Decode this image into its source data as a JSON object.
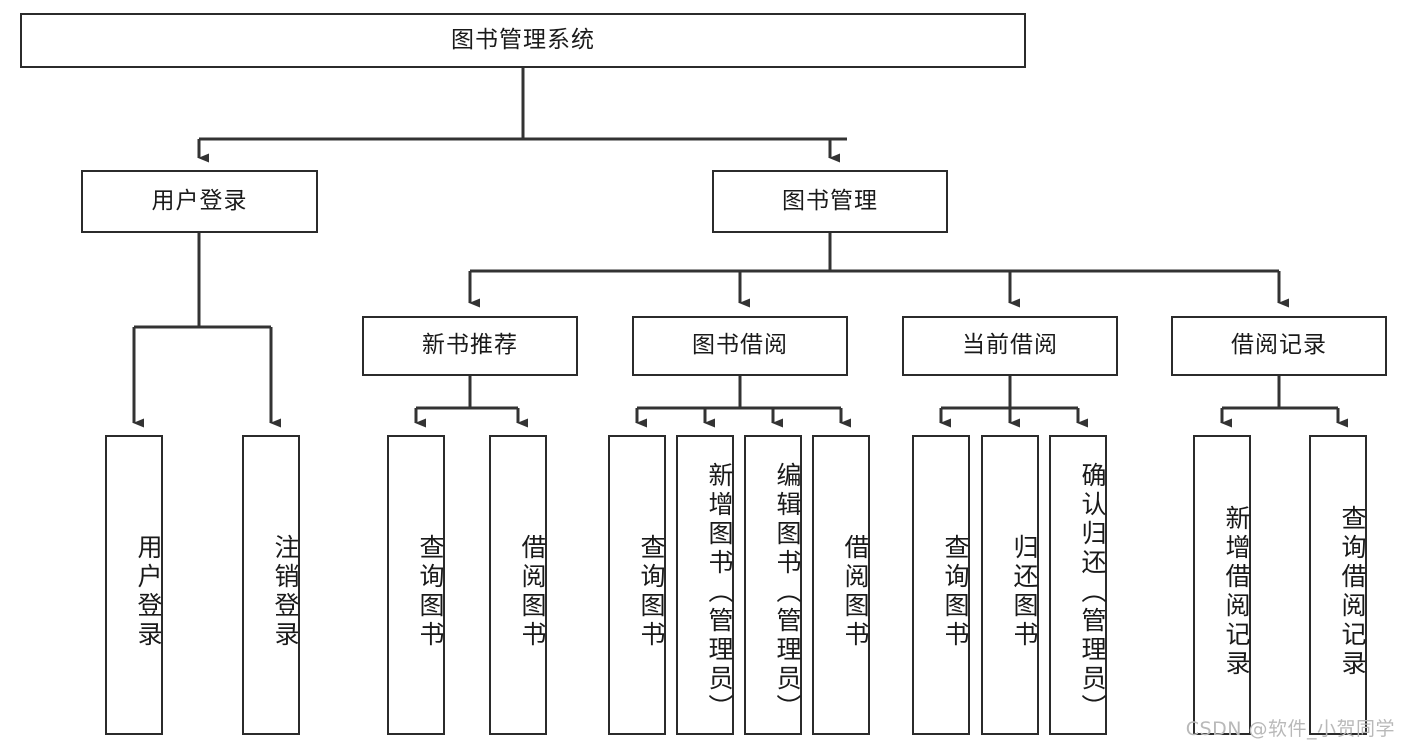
{
  "diagram": {
    "title": "图书管理系统",
    "type": "tree-hierarchy-diagram",
    "colors": {
      "box_stroke": "#2b2b2b",
      "box_fill": "#ffffff",
      "connector": "#333333",
      "text": "#1a1a1a",
      "watermark": "#b9b9b9"
    },
    "nodes": {
      "root": {
        "label": "图书管理系统"
      },
      "level2": {
        "user_login": {
          "label": "用户登录"
        },
        "book_management": {
          "label": "图书管理"
        }
      },
      "level3": {
        "new_book_recommend": {
          "label": "新书推荐"
        },
        "book_borrow": {
          "label": "图书借阅"
        },
        "current_borrow": {
          "label": "当前借阅"
        },
        "borrow_record": {
          "label": "借阅记录"
        }
      },
      "leaves": {
        "user_login_1": {
          "label": "用户登录"
        },
        "user_login_2": {
          "label": "注销登录"
        },
        "recommend_1": {
          "label": "查询图书"
        },
        "recommend_2": {
          "label": "借阅图书"
        },
        "borrow_1": {
          "label": "查询图书"
        },
        "borrow_2": {
          "label": "新增图书（管理员）"
        },
        "borrow_3": {
          "label": "编辑图书（管理员）"
        },
        "borrow_4": {
          "label": "借阅图书"
        },
        "current_1": {
          "label": "查询图书"
        },
        "current_2": {
          "label": "归还图书"
        },
        "current_3": {
          "label": "确认归还（管理员）"
        },
        "record_1": {
          "label": "新增借阅记录"
        },
        "record_2": {
          "label": "查询借阅记录"
        }
      }
    },
    "watermark": "CSDN @软件_小贺同学"
  }
}
